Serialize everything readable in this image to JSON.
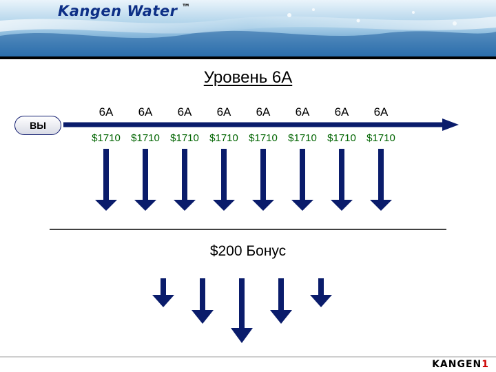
{
  "header": {
    "brand": "Kangen Water",
    "trademark": "™"
  },
  "title": "Уровень 6А",
  "you_label": "ВЫ",
  "levels": [
    {
      "label": "6А",
      "amount": "$1710"
    },
    {
      "label": "6А",
      "amount": "$1710"
    },
    {
      "label": "6А",
      "amount": "$1710"
    },
    {
      "label": "6А",
      "amount": "$1710"
    },
    {
      "label": "6А",
      "amount": "$1710"
    },
    {
      "label": "6А",
      "amount": "$1710"
    },
    {
      "label": "6А",
      "amount": "$1710"
    },
    {
      "label": "6А",
      "amount": "$1710"
    }
  ],
  "bonus_label": "$200  Бонус",
  "footer_logo": {
    "main": "KANGEN",
    "suffix": "1"
  },
  "colors": {
    "arrow": "#0a1c6b",
    "amount": "#006400",
    "brand": "#0d2f86"
  }
}
